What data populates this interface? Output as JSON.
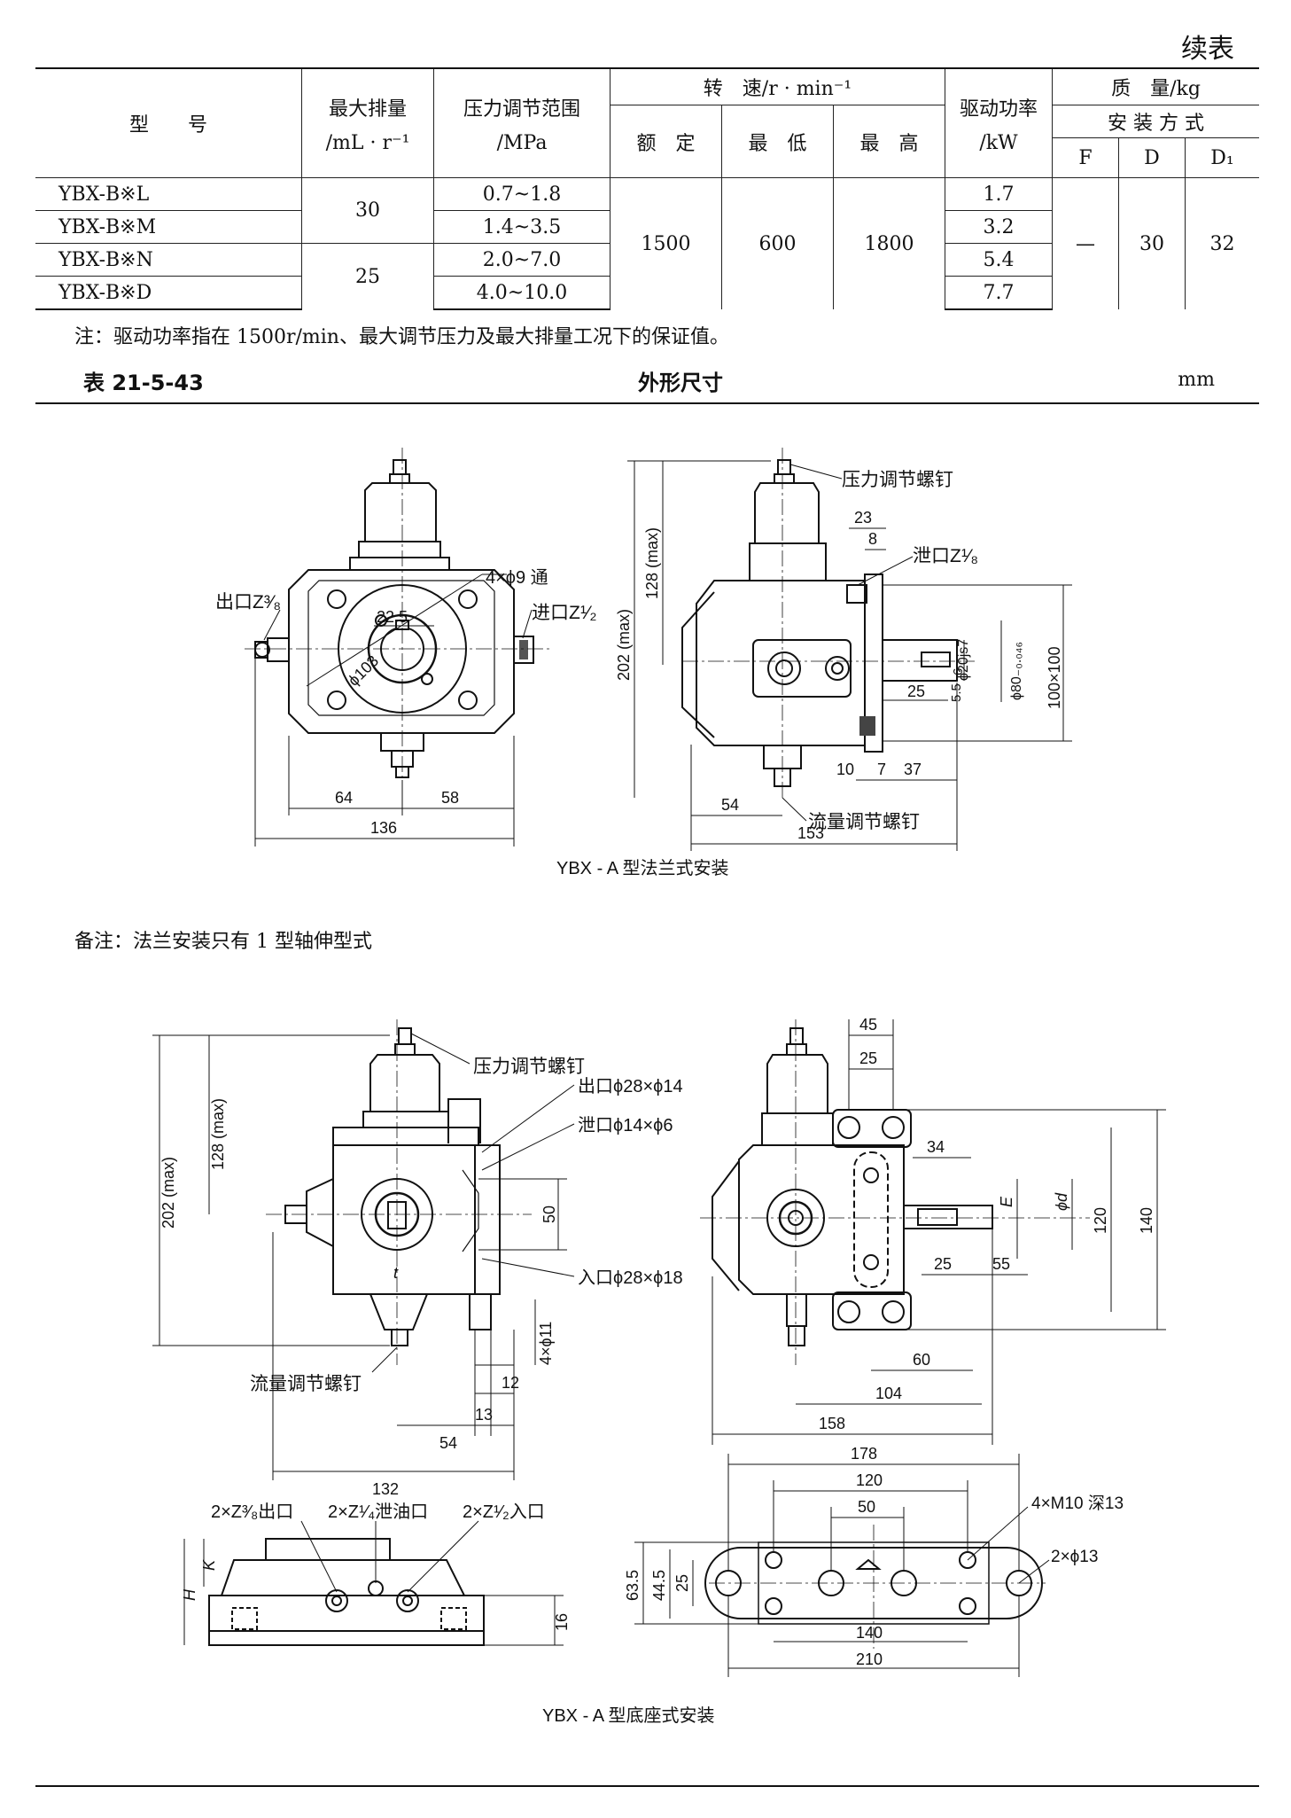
{
  "continued_label": "续表",
  "table": {
    "headers": {
      "model": "型　　号",
      "max_disp": [
        "最大排量",
        "/mL · r⁻¹"
      ],
      "pressure_range": [
        "压力调节范围",
        "/MPa"
      ],
      "speed_group": "转　速/r · min⁻¹",
      "speed_rated": "额　定",
      "speed_min": "最　低",
      "speed_max": "最　高",
      "drive_power": [
        "驱动功率",
        "/kW"
      ],
      "mass_group": "质　量/kg",
      "mount_group": "安 装 方 式",
      "mount_f": "F",
      "mount_d": "D",
      "mount_d1": "D₁"
    },
    "rows": [
      {
        "model": "YBX-B※L",
        "pressure": "0.7~1.8",
        "power": "1.7"
      },
      {
        "model": "YBX-B※M",
        "pressure": "1.4~3.5",
        "power": "3.2"
      },
      {
        "model": "YBX-B※N",
        "pressure": "2.0~7.0",
        "power": "5.4"
      },
      {
        "model": "YBX-B※D",
        "pressure": "4.0~10.0",
        "power": "7.7"
      }
    ],
    "disp_group1": "30",
    "disp_group2": "25",
    "speed_rated_val": "1500",
    "speed_min_val": "600",
    "speed_max_val": "1800",
    "mass_f": "—",
    "mass_d": "30",
    "mass_d1": "32"
  },
  "note": "注：驱动功率指在 1500r/min、最大调节压力及最大排量工况下的保证值。",
  "table_caption": {
    "number": "表 21-5-43",
    "title": "外形尺寸",
    "unit": "mm"
  },
  "figure1": {
    "caption": "YBX - A 型法兰式安装",
    "labels": {
      "outlet": "出口Z³⁄₈",
      "holes": "4×ϕ9 通",
      "inlet": "进口Z¹⁄₂",
      "d103": "ϕ103",
      "d22_5": "22.5",
      "d64": "64",
      "d58": "58",
      "d136": "136",
      "pressure_screw": "压力调节螺钉",
      "drain": "泄口Z¹⁄₈",
      "d23": "23",
      "d8": "8",
      "d128max": "128 (max)",
      "d202max": "202 (max)",
      "shaft": "ϕ20js7",
      "pilot": "ϕ80₋₀.₀₄₆",
      "square": "100×100",
      "d6": "6",
      "d25": "25",
      "d5_5": "5.5",
      "d10": "10",
      "d7": "7",
      "d37": "37",
      "d54": "54",
      "d153": "153",
      "flow_screw": "流量调节螺钉"
    }
  },
  "remark": "备注：法兰安装只有 1 型轴伸型式",
  "figure2": {
    "caption": "YBX - A 型底座式安装",
    "labels": {
      "pressure_screw": "压力调节螺钉",
      "outlet": "出口ϕ28×ϕ14",
      "drain": "泄口ϕ14×ϕ6",
      "inlet": "入口ϕ28×ϕ18",
      "d202max": "202 (max)",
      "d128max": "128 (max)",
      "d50": "50",
      "t": "t",
      "d4phi11": "4×ϕ11",
      "d12": "12",
      "d13": "13",
      "d54": "54",
      "d132": "132",
      "flow_screw": "流量调节螺钉",
      "d45": "45",
      "d25a": "25",
      "d34": "34",
      "E": "E",
      "phid": "ϕd",
      "d120v": "120",
      "d140v": "140",
      "d25b": "25",
      "d55": "55",
      "d60": "60",
      "d104": "104",
      "d158": "158",
      "d178": "178",
      "d120h": "120",
      "d50h": "50",
      "m10": "4×M10 深13",
      "phi13": "2×ϕ13",
      "d63_5": "63.5",
      "d44_5": "44.5",
      "d25c": "25",
      "d140h": "140",
      "d210": "210",
      "H": "H",
      "K": "K",
      "d16": "16",
      "port_out": "2×Z³⁄₈出口",
      "port_drain": "2×Z¹⁄₄泄油口",
      "port_in": "2×Z¹⁄₂入口"
    }
  }
}
